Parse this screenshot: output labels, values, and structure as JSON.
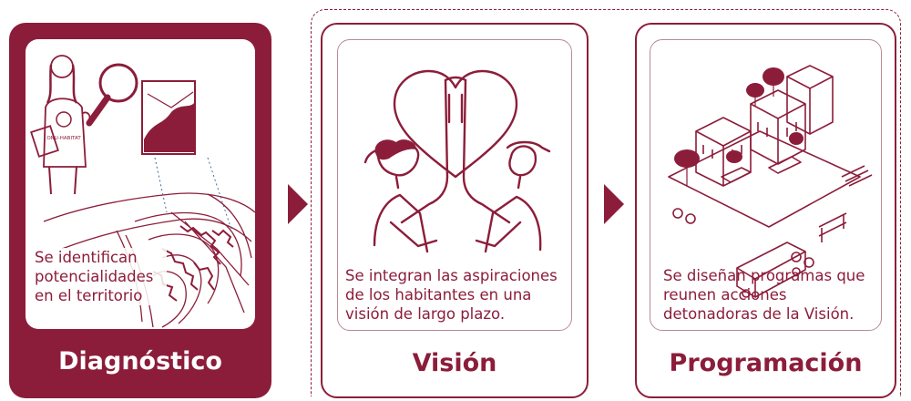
{
  "stages": [
    {
      "title": "Diagnóstico",
      "text": "Se identifican potencialidades en el territorio",
      "icon": "territory-map-illustration"
    },
    {
      "title": "Visión",
      "text": "Se integran las  aspiraciones de los  habitantes en una visión de largo plazo.",
      "icon": "heart-high-five-illustration"
    },
    {
      "title": "Programación",
      "text": "Se diseñan programas que reunen acciones detonadoras de la Visión.",
      "icon": "neighborhood-isometric-illustration"
    }
  ],
  "badge_text": "ONU-HABITAT",
  "colors": {
    "accent": "#8c1d3a",
    "background": "#ffffff"
  }
}
